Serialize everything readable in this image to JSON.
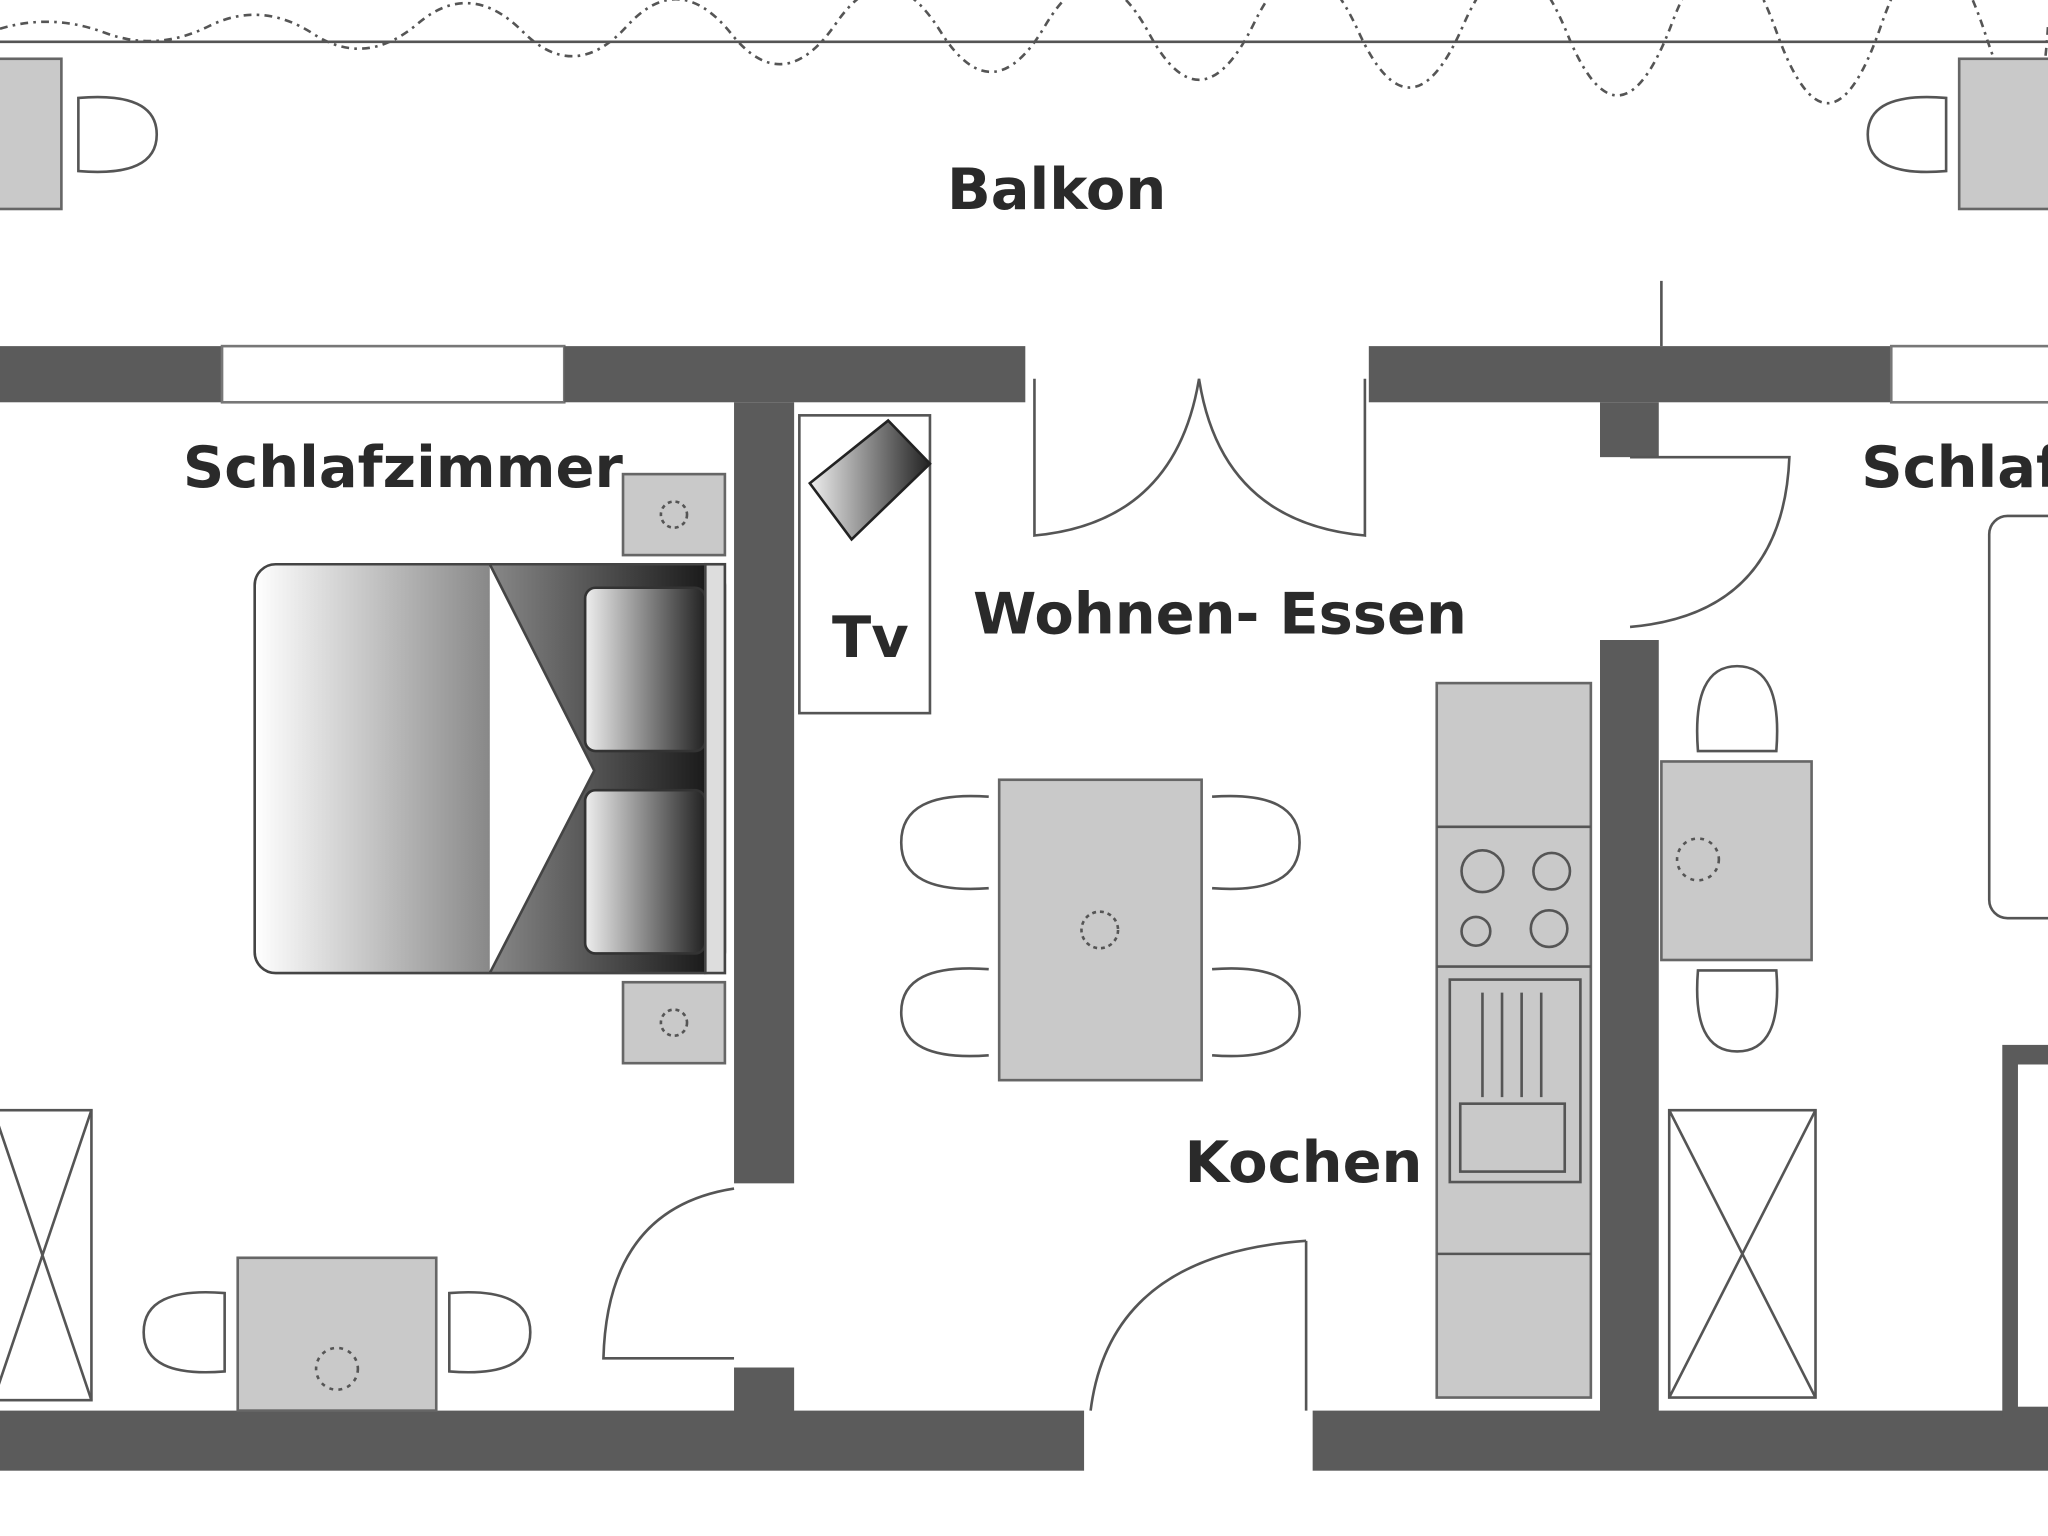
{
  "rooms": {
    "balcony": "Balkon",
    "bedroom_left": "Schlafzimmer",
    "tv": "Tv",
    "living_dining": "Wohnen- Essen",
    "kitchen": "Kochen",
    "bedroom_right": "Schlafzimmer"
  },
  "colors": {
    "wall": "#5b5b5b",
    "furniture": "#c9c9c9"
  }
}
